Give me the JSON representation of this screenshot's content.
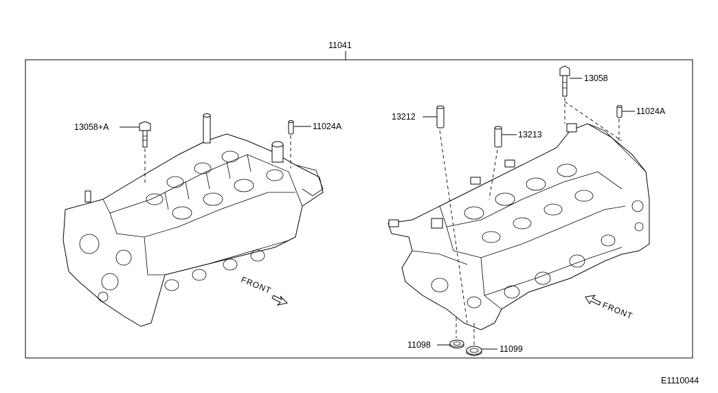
{
  "assembly_label": "11041",
  "drawing_code": "E1110044",
  "front_label": "FRONT",
  "callouts": {
    "left_bolt": "13058+A",
    "left_dowel": "11024A",
    "right_bolt": "13058",
    "right_dowel": "11024A",
    "guide_13212": "13212",
    "guide_13213": "13213",
    "seal_11098": "11098",
    "seal_11099": "11099"
  }
}
